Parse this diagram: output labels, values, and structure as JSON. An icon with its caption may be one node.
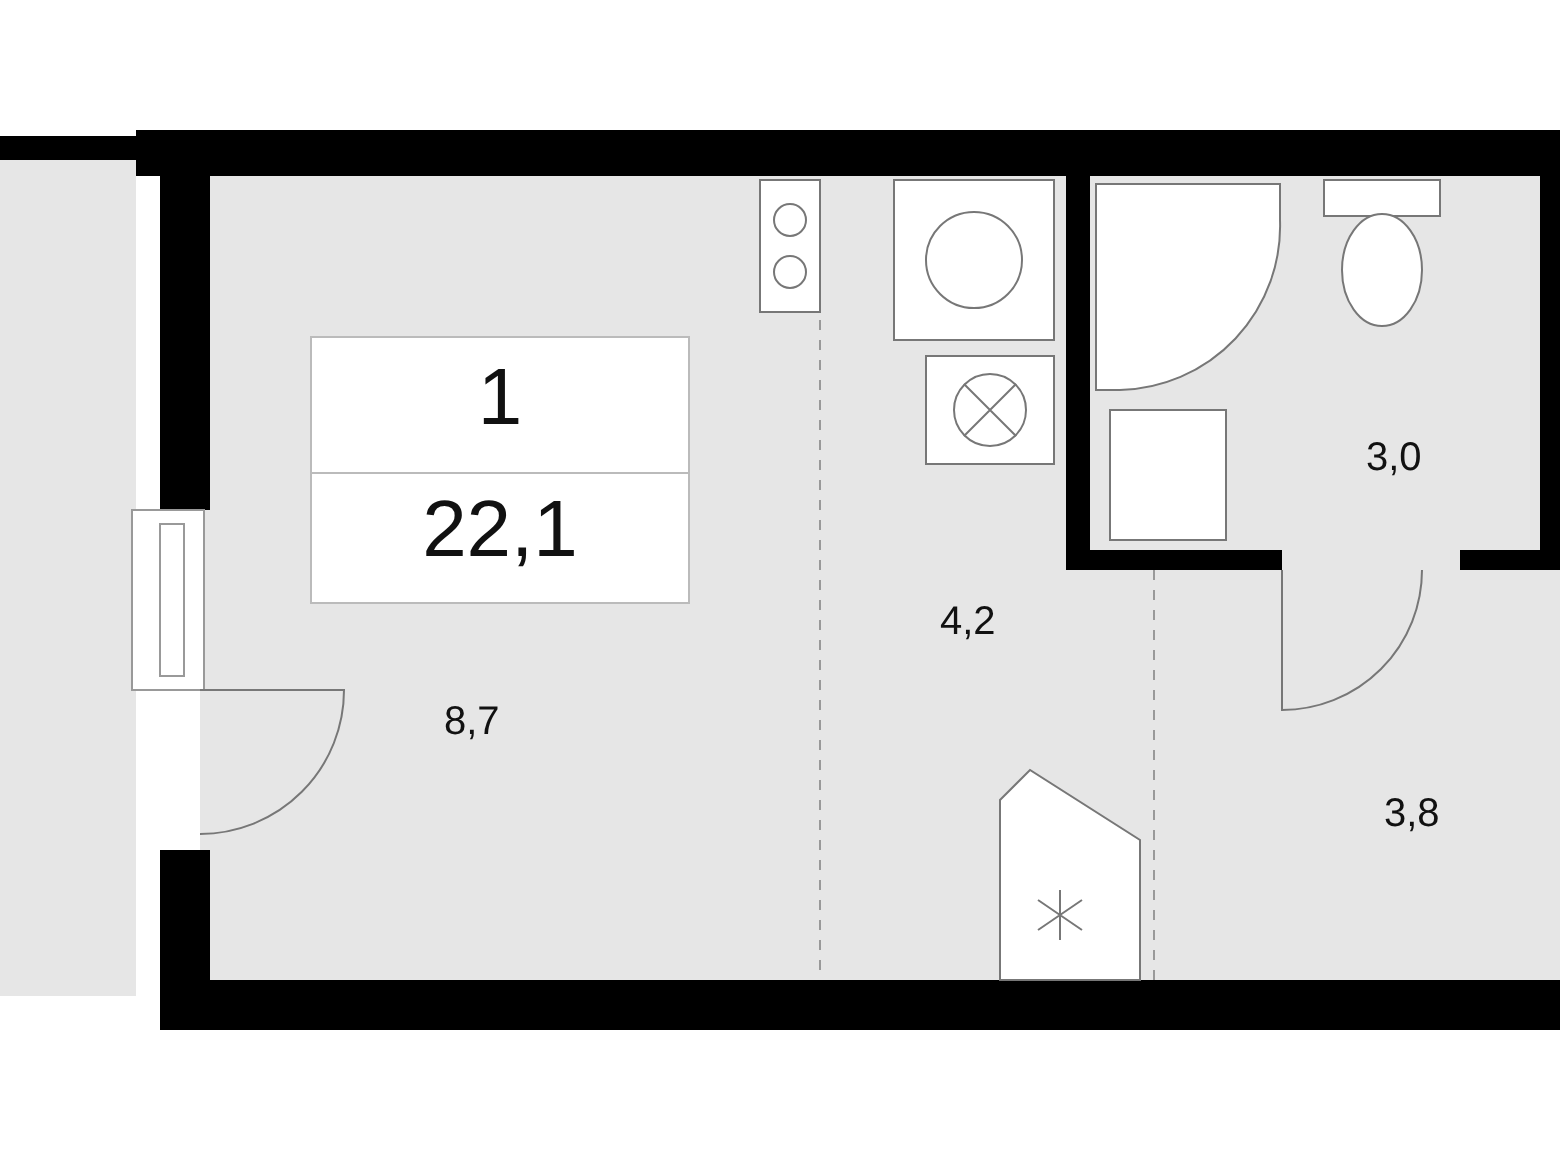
{
  "diagram": {
    "nodes": [
      {
        "text": [
          "1",
          "22,1"
        ]
      }
    ],
    "labels": [
      "8,7",
      "4,2",
      "3,0",
      "3,8"
    ]
  }
}
